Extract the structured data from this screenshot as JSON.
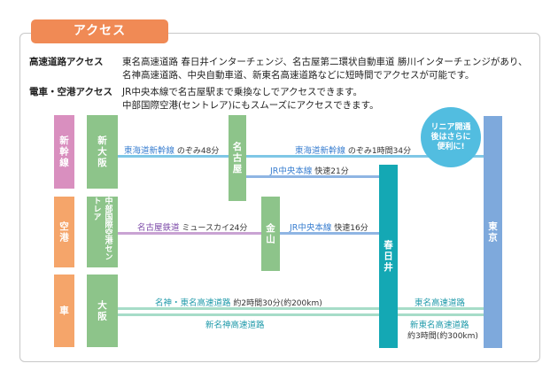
{
  "header": {
    "title": "アクセス"
  },
  "info": [
    {
      "label": "高速道路アクセス",
      "lines": [
        "東名高速道路 春日井インターチェンジ、名古屋第二環状自動車道 勝川インターチェンジがあり、",
        "名神高速道路、中央自動車道、新東名高速道路などに短時間でアクセスが可能です。"
      ]
    },
    {
      "label": "電車・空港アクセス",
      "lines": [
        "JR中央本線で名古屋駅まで乗換なしでアクセスできます。",
        "中部国際空港(セントレア)にもスムーズにアクセスできます。"
      ]
    }
  ],
  "categories": {
    "shinkansen": "新幹線",
    "airport": "空港",
    "car": "車"
  },
  "stations": {
    "shin_osaka": "新大阪",
    "centrair": "中部国際空港セントレア",
    "osaka": "大阪",
    "nagoya": "名古屋",
    "kanayama": "金山",
    "kasugai": "春日井",
    "tokyo": "東京"
  },
  "routes": {
    "r1_name": "東海道新幹線",
    "r1_detail": "のぞみ48分",
    "r2_name": "東海道新幹線",
    "r2_detail": "のぞみ1時間34分",
    "r3_name": "JR中央本線",
    "r3_detail": "快速21分",
    "r4_name": "名古屋鉄道",
    "r4_detail": "ミュースカイ24分",
    "r5_name": "JR中央本線",
    "r5_detail": "快速16分",
    "r6_name": "名神・東名高速道路",
    "r6_detail": "約2時間30分(約200km)",
    "r7_name": "東名高速道路",
    "r8_name": "新名神高速道路",
    "r9_name": "新東名高速道路",
    "r9_detail": "約3時間(約300km)"
  },
  "bubble": "リニア開通\n後はさらに\n便利に!",
  "colors": {
    "accent": "#f08a55",
    "category_pink": "#d98fbf",
    "category_orange": "#f5a56a",
    "station_green": "#8dc48a",
    "kasugai_teal": "#14a8b4",
    "tokyo_blue": "#7ea9dc",
    "shinkansen_line": "#7fc7e6",
    "jr_line": "#8fb5e3",
    "meitetsu_line": "#c9a3d3",
    "highway_line": "#a6dcc8"
  }
}
